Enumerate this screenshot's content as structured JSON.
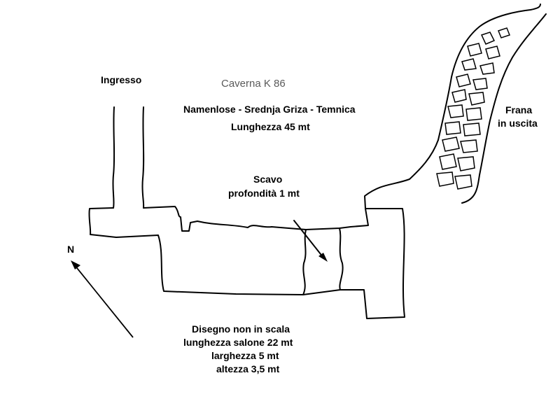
{
  "labels": {
    "entrance": "Ingresso",
    "cave_name": "Caverna K 86",
    "alt_names": "Namenlose - Srednja Griza - Temnica",
    "length": "Lunghezza 45 mt",
    "dig_line1": "Scavo",
    "dig_line2": "profondità 1 mt",
    "collapse_line1": "Frana",
    "collapse_line2": "in uscita",
    "north": "N",
    "note_line1": "Disegno non in scala",
    "note_line2": "lunghezza salone 22 mt",
    "note_line3": "larghezza 5 mt",
    "note_line4": "altezza 3,5 mt"
  },
  "colors": {
    "ink": "#000000",
    "title": "#5a5a5a",
    "background": "#ffffff"
  }
}
